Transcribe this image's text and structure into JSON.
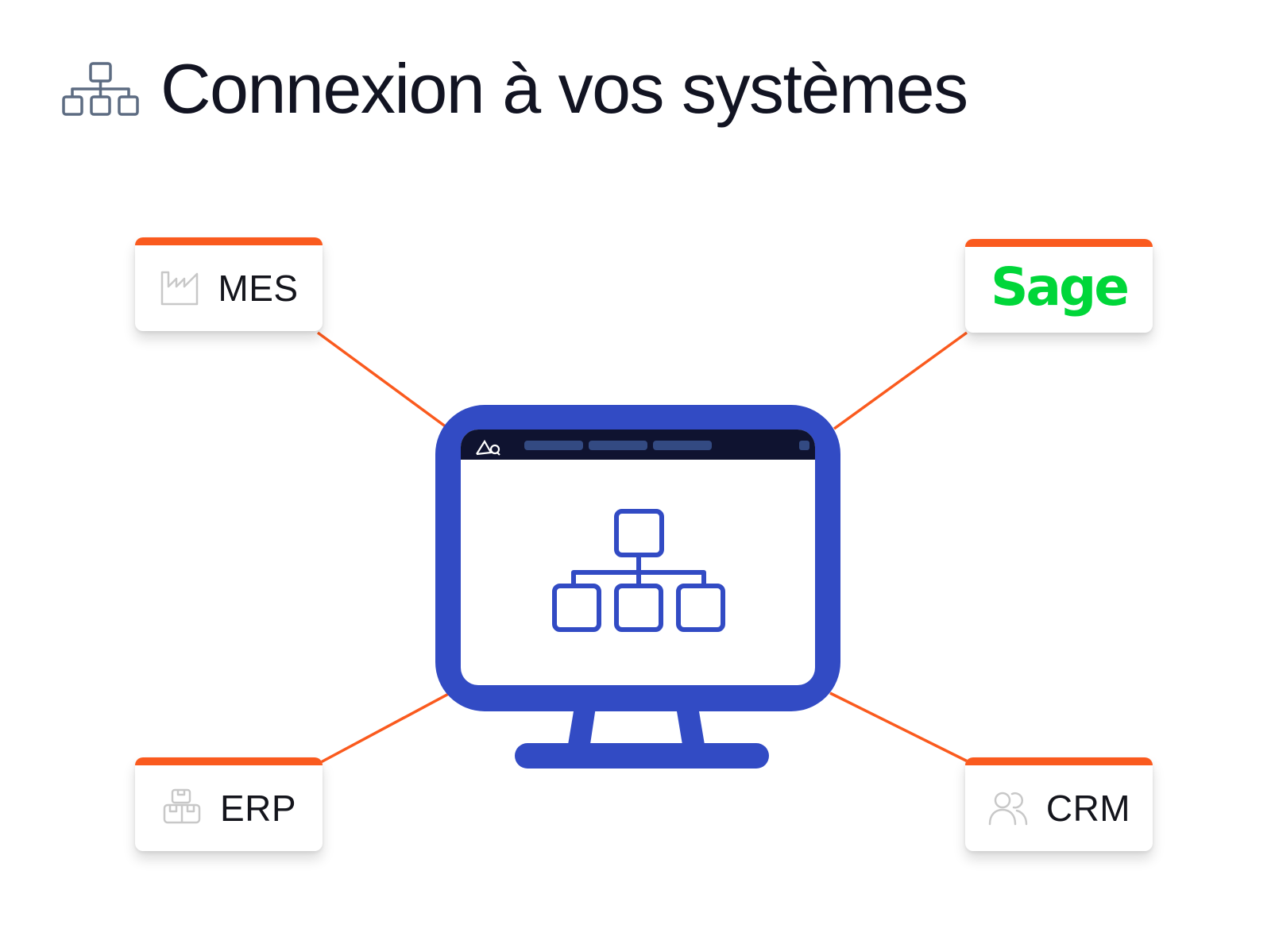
{
  "header": {
    "title": "Connexion à vos systèmes",
    "icon": "hierarchy-icon"
  },
  "systems": [
    {
      "id": "mes",
      "label": "MES",
      "icon": "factory-icon"
    },
    {
      "id": "sage",
      "label": "Sage",
      "icon": "sage-logo"
    },
    {
      "id": "erp",
      "label": "ERP",
      "icon": "boxes-icon"
    },
    {
      "id": "crm",
      "label": "CRM",
      "icon": "users-icon"
    }
  ],
  "center": {
    "icon": "monitor-icon",
    "screen_icon": "hierarchy-icon",
    "app_logo": "brand-logo-icon"
  },
  "colors": {
    "accent_orange": "#fa5a1e",
    "monitor_blue": "#324bc4",
    "toolbar_dark": "#0f1330",
    "sage_green": "#00d639",
    "header_icon_gray": "#5d6c82",
    "card_icon_gray": "#c8c8c8"
  }
}
